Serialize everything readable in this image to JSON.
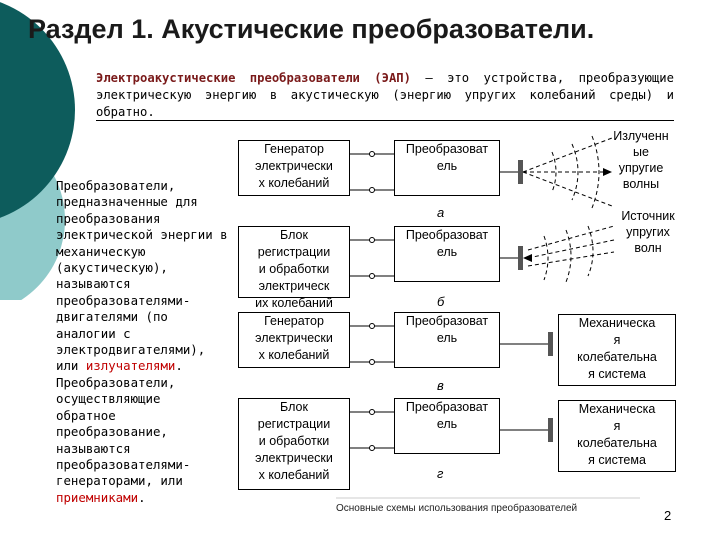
{
  "title": "Раздел 1. Акустические преобразователи.",
  "intro": {
    "term": "Электроакустические преобразователи (ЭАП)",
    "definition": " – это устройства, преобразующие электрическую энергию в акустическую (энергию упругих колебаний среды) и обратно."
  },
  "left_text": {
    "part1": "Преобразователи,\nпредназначенные для\nпреобразования\nэлектрической энергии в\nмеханическую\n(акустическую),\nназываются\nпреобразователями-\nдвигателями (по\nаналогии с\nэлектродвигателями),\nили ",
    "highlight1": "излучателями",
    "part2": ".\nПреобразователи,\nосуществляющие\nобратное\nпреобразование,\nназываются\nпреобразователями-\nгенераторами, или\n",
    "highlight2": "приемниками",
    "part3": "."
  },
  "diagrams": {
    "a": {
      "source": "Генератор\nэлектрически\nх колебаний",
      "transducer": "Преобразоват\nель",
      "label": "а",
      "output": "Излученн\nые\nупругие\nволны"
    },
    "b": {
      "source": "Блок\nрегистрации\nи обработки\nэлектрическ\nих колебаний",
      "transducer": "Преобразоват\nель",
      "label": "б",
      "input": "Источник\nупругих\nволн"
    },
    "v": {
      "source": "Генератор\nэлектрически\nх колебаний",
      "transducer": "Преобразоват\nель",
      "label": "в",
      "output": "Механическа\nя\nколебательна\nя система"
    },
    "g": {
      "source": "Блок\nрегистрации\nи обработки\nэлектрически\nх колебаний",
      "transducer": "Преобразоват\nель",
      "label": "г",
      "input": "Механическа\nя\nколебательна\nя система"
    }
  },
  "caption": "Основные схемы использования преобразователей",
  "page_number": "2",
  "colors": {
    "dark_teal": "#0d5c5c",
    "light_teal": "#8fcaca",
    "highlight_red": "#c00000",
    "term_red": "#7a1a1a"
  }
}
